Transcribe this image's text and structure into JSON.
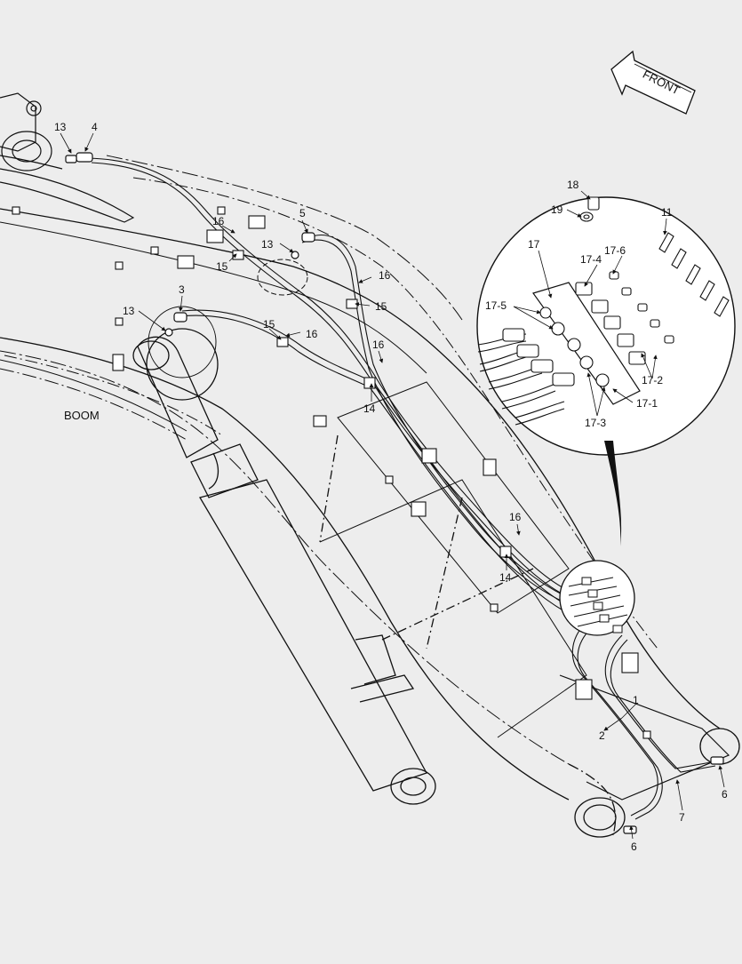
{
  "diagram": {
    "boom_label": "BOOM",
    "front_label": "FRONT",
    "callouts": {
      "c1": "1",
      "c2": "2",
      "c3": "3",
      "c4": "4",
      "c5": "5",
      "c6a": "6",
      "c6b": "6",
      "c7": "7",
      "c11": "11",
      "c13a": "13",
      "c13b": "13",
      "c13c": "13",
      "c14a": "14",
      "c14b": "14",
      "c15a": "15",
      "c15b": "15",
      "c15c": "15",
      "c16a": "16",
      "c16b": "16",
      "c16c": "16",
      "c16d": "16",
      "c16e": "16",
      "c17": "17",
      "c17_1": "17-1",
      "c17_2": "17-2",
      "c17_3": "17-3",
      "c17_4": "17-4",
      "c17_5": "17-5",
      "c17_6": "17-6",
      "c18": "18",
      "c19": "19"
    }
  }
}
